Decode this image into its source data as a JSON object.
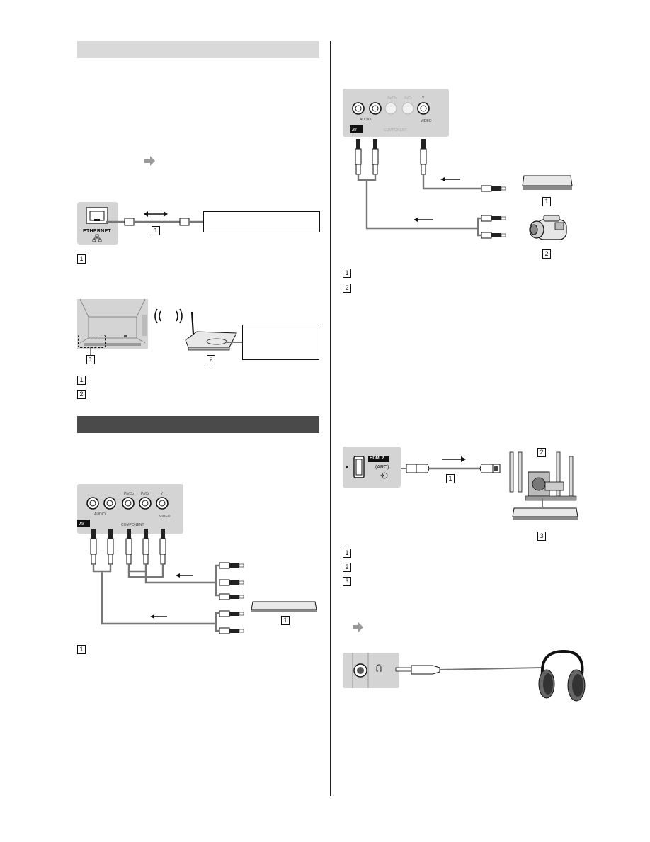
{
  "left_column": {
    "network_section": {
      "ethernet_fig": {
        "port_label": "ETHERNET",
        "cable_callout": "1"
      },
      "legend_1": "1",
      "wireless_fig": {
        "tv_callout": "1",
        "router_callout": "2"
      },
      "legend_wireless": [
        "1",
        "2"
      ]
    },
    "component_section": {
      "panel_labels": [
        "AUDIO",
        "Pb/Cb",
        "Pr/Cr",
        "Y",
        "AV",
        "COMPONENT",
        "VIDEO"
      ],
      "device_callout": "1",
      "legend_1": "1"
    }
  },
  "right_column": {
    "av_fig": {
      "panel_labels": [
        "AUDIO",
        "Pb/Cb",
        "Pr/Cr",
        "Y",
        "AV",
        "COMPONENT",
        "VIDEO"
      ],
      "callouts": [
        "1",
        "2"
      ],
      "legend": [
        "1",
        "2"
      ]
    },
    "hdmi_fig": {
      "port_label": "HDMI 2",
      "arc_label": "(ARC)",
      "callouts": [
        "1",
        "2",
        "3"
      ],
      "legend": [
        "1",
        "2",
        "3"
      ]
    },
    "headphone_fig": {}
  },
  "colors": {
    "section_bar_light": "#d9d9d9",
    "section_bar_dark": "#4a4a4a",
    "panel_gray": "#d4d4d4"
  }
}
